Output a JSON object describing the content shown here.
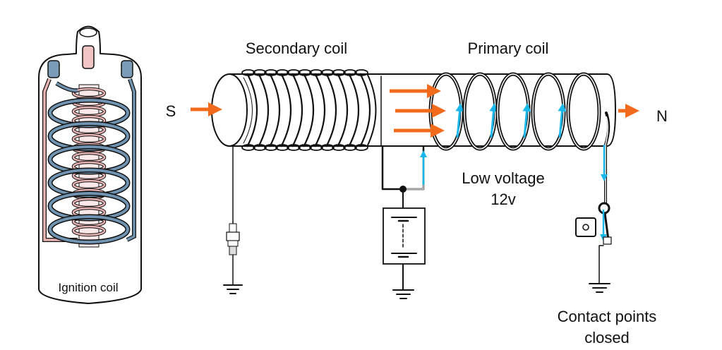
{
  "diagram": {
    "title_left": "Ignition coil",
    "labels": {
      "secondary_coil": "Secondary coil",
      "primary_coil": "Primary coil",
      "pole_south": "S",
      "pole_north": "N",
      "low_voltage_line1": "Low voltage",
      "low_voltage_line2": "12v",
      "contact_points_line1": "Contact points",
      "contact_points_line2": "closed"
    },
    "colors": {
      "magnetic_flux_arrow": "#f26b1d",
      "current_arrow": "#1ab8ea",
      "primary_wire_pink": "#e8b4b4",
      "secondary_wire_blue": "#6f93b0",
      "ink": "#111111"
    },
    "components": [
      "ignition-coil-cutaway",
      "iron-core",
      "secondary-winding",
      "primary-winding",
      "spark-plug",
      "battery",
      "contact-breaker-points",
      "ground-symbols"
    ]
  }
}
